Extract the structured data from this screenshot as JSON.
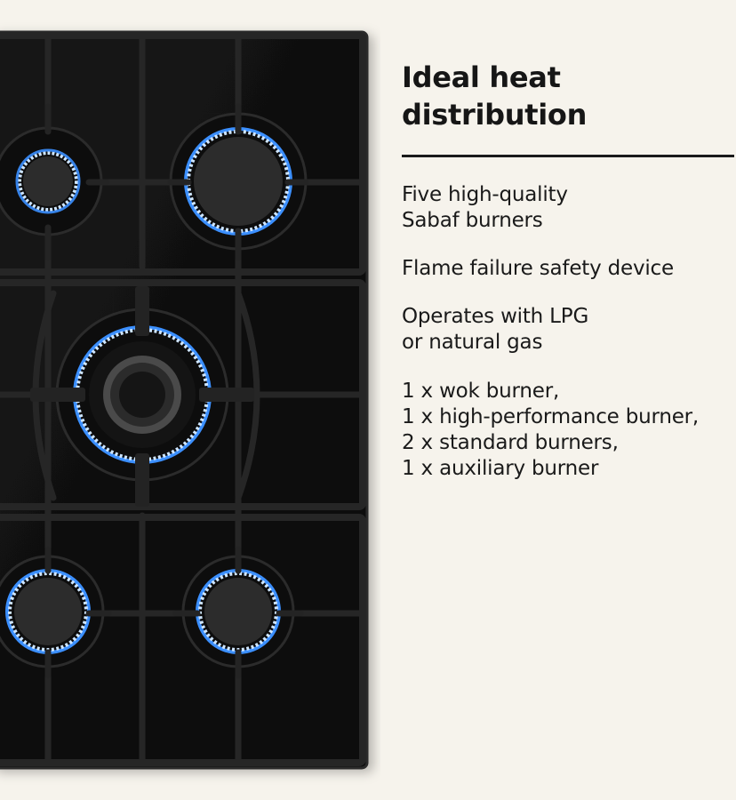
{
  "heading": {
    "line1": "Ideal heat",
    "line2": "distribution"
  },
  "features": [
    {
      "lines": [
        "Five high-quality",
        "Sabaf burners"
      ]
    },
    {
      "lines": [
        "Flame failure safety device"
      ]
    },
    {
      "lines": [
        "Operates with LPG",
        "or natural gas"
      ]
    },
    {
      "lines": [
        "1 x wok burner,",
        "1 x high-performance burner,",
        "2 x standard burners,",
        "1 x auxiliary burner"
      ]
    }
  ],
  "hob": {
    "burner_count": 5,
    "colors": {
      "glass": "#0f0f0f",
      "frame": "#2a2a2a",
      "grate": "#242424",
      "flame": "#3b8fff",
      "flame_glow": "#cfe6ff",
      "background": "#f6f3ec"
    }
  }
}
